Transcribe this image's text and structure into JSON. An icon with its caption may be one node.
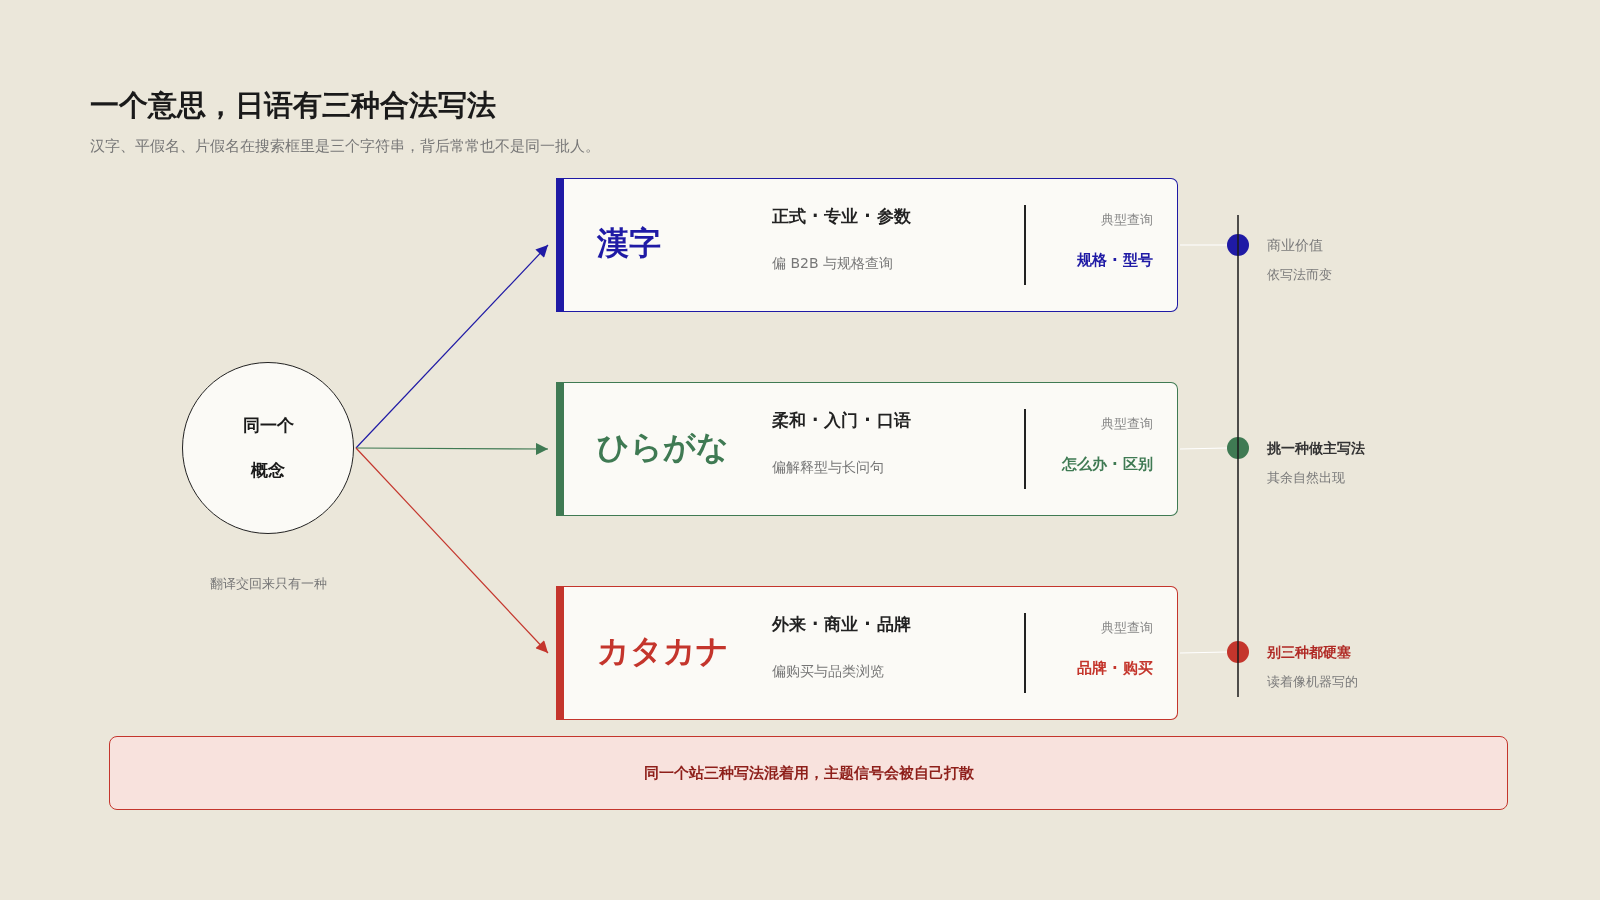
{
  "diagram": {
    "title": "一个意思，日语有三种合法写法",
    "nodes": [
      {
        "text": [
          "同一个概念"
        ],
        "beside": [
          "翻译交回来只有一种"
        ]
      },
      {
        "text": [
          "漢字",
          "正式 · 专业 · 参数",
          "偏 B2B 与规格查询",
          "典型查询",
          "规格 · 型号"
        ]
      },
      {
        "text": [
          "ひらがな",
          "柔和 · 入门 · 口语",
          "偏解释型与长问句",
          "典型查询",
          "怎么办 · 区别"
        ]
      },
      {
        "text": [
          "カタカナ",
          "外来 · 商业 · 品牌",
          "偏购买与品类浏览",
          "典型查询",
          "品牌 · 购买"
        ]
      },
      {
        "text": [],
        "shape": "circle",
        "beside": [
          "商业价值",
          "依写法而变"
        ]
      },
      {
        "text": [],
        "shape": "circle",
        "beside": [
          "挑一种做主写法",
          "其余自然出现"
        ]
      },
      {
        "text": [],
        "shape": "circle",
        "beside": [
          "别三种都硬塞",
          "读着像机器写的"
        ]
      },
      {
        "text": [
          "同一个站三种写法混着用，主题信号会被自己打散"
        ]
      }
    ],
    "edges": [
      {
        "from": 0,
        "to": 1,
        "arrow": "to",
        "color": "#1f1aa5"
      },
      {
        "from": 0,
        "to": 2,
        "arrow": "to",
        "color": "#3f7a53"
      },
      {
        "from": 0,
        "to": 3,
        "arrow": "to",
        "color": "#c4352c"
      },
      {
        "from": 1,
        "to": 4,
        "arrow": "none",
        "color": "#ffffff"
      },
      {
        "from": 2,
        "to": 5,
        "arrow": "none",
        "color": "#ffffff"
      },
      {
        "from": 3,
        "to": 6,
        "arrow": "none",
        "color": "#ffffff"
      }
    ],
    "labels": [
      "汉字、平假名、片假名在搜索框里是三个字符串，背后常常也不是同一批人。"
    ]
  }
}
